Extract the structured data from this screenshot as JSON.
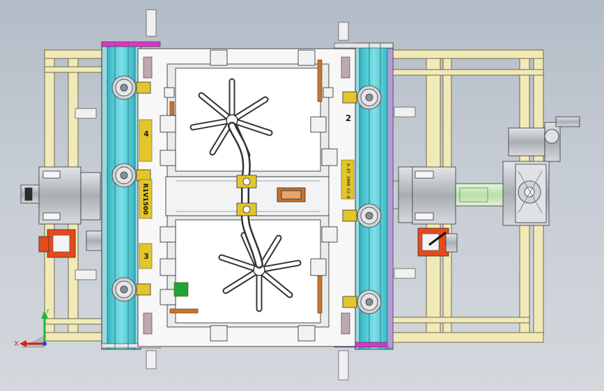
{
  "viewport": {
    "background_top": "#b3bcc7",
    "background_bottom": "#d4d8dd"
  },
  "labels": {
    "left_number_top": "4",
    "left_number_bottom": "3",
    "right_number": "2",
    "left_plate_text": "R1V1500",
    "right_plate_text": "4-8T 3000 E2-0"
  },
  "triad": {
    "x_label": "X",
    "y_label": "Y",
    "x_color": "#d81e1e",
    "y_color": "#1fb53a",
    "z_color": "#2b3bd8"
  },
  "colors": {
    "frame": "#f1eab8",
    "rail": "#45c6cf",
    "rail_edge": "#8fdde3",
    "strip": "#d838c8",
    "bronze": "#c8742f",
    "yellow": "#e3c62b",
    "red": "#e8491c",
    "green": "#1ea33c",
    "steel": "#c9cdd2",
    "plate": "#ffffff"
  },
  "icons": {
    "hand_crank": "hand-crank-icon",
    "gearbox": "gearbox-icon",
    "star_cavity": "star-cavity-icon",
    "wheel": "wheel-icon"
  }
}
